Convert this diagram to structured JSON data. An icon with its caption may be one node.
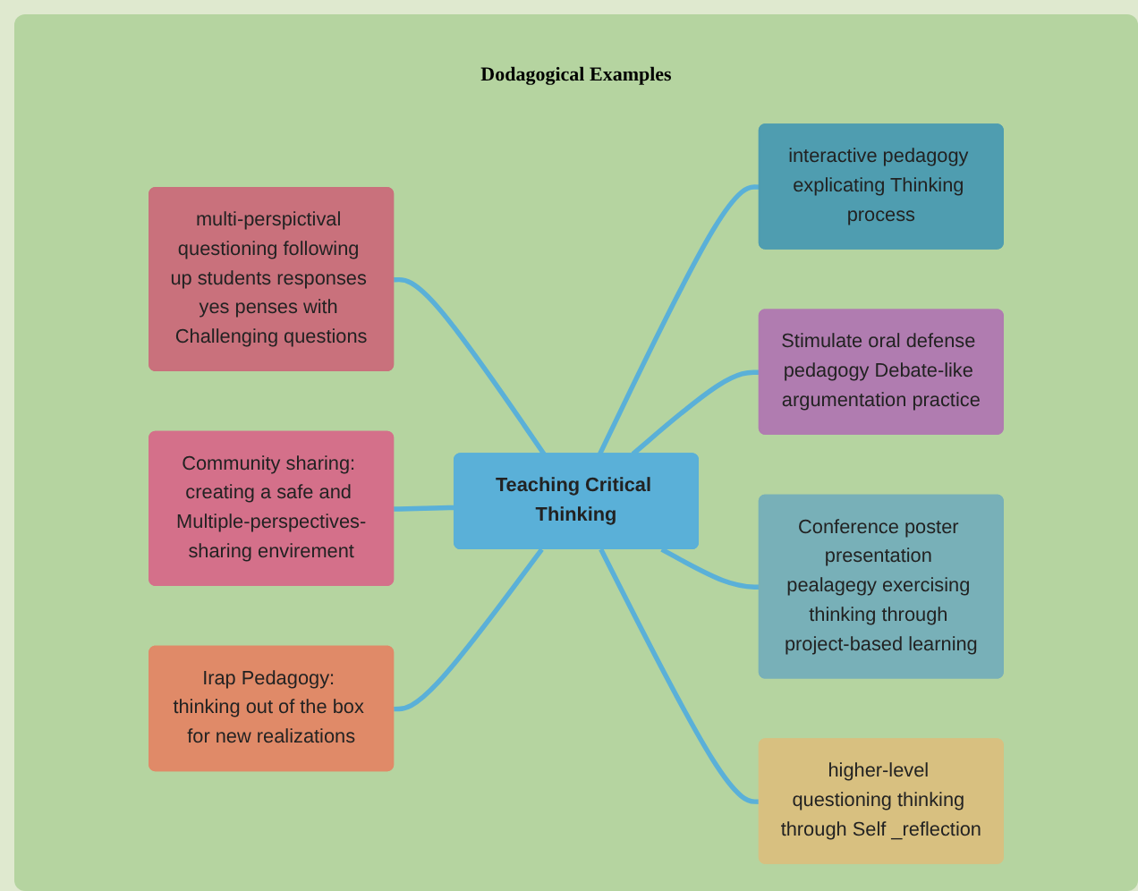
{
  "diagram": {
    "title": "Dodagogical Examples",
    "nodes": [
      {
        "text": [
          "Irap Pedagogy: thinking out of the box for new realizations"
        ]
      },
      {
        "text": [
          "interactive pedagogy explicating Thinking process"
        ]
      },
      {
        "text": [
          "multi-perspictival questioning following up students responses yes penses with Challenging questions"
        ]
      },
      {
        "text": [
          "Teaching Critical Thinking"
        ]
      },
      {
        "text": [
          "Stimulate oral defense pedagogy Debate-like argumentation practice"
        ]
      },
      {
        "text": [
          "Community sharing: creating a safe and Multiple-perspectives-sharing envirement"
        ]
      },
      {
        "text": [
          "higher-level questioning thinking through Self _reflection"
        ]
      },
      {
        "text": [
          "Conference poster presentation pealagegy exercising thinking through project-based learning"
        ]
      }
    ],
    "edges": [
      {
        "from": 2,
        "to": 3,
        "arrow": "none"
      },
      {
        "from": 5,
        "to": 3,
        "arrow": "none"
      },
      {
        "from": 0,
        "to": 3,
        "arrow": "none"
      },
      {
        "from": 3,
        "to": 1,
        "arrow": "none"
      },
      {
        "from": 3,
        "to": 4,
        "arrow": "none"
      },
      {
        "from": 3,
        "to": 7,
        "arrow": "none"
      },
      {
        "from": 3,
        "to": 6,
        "arrow": "none"
      }
    ]
  }
}
